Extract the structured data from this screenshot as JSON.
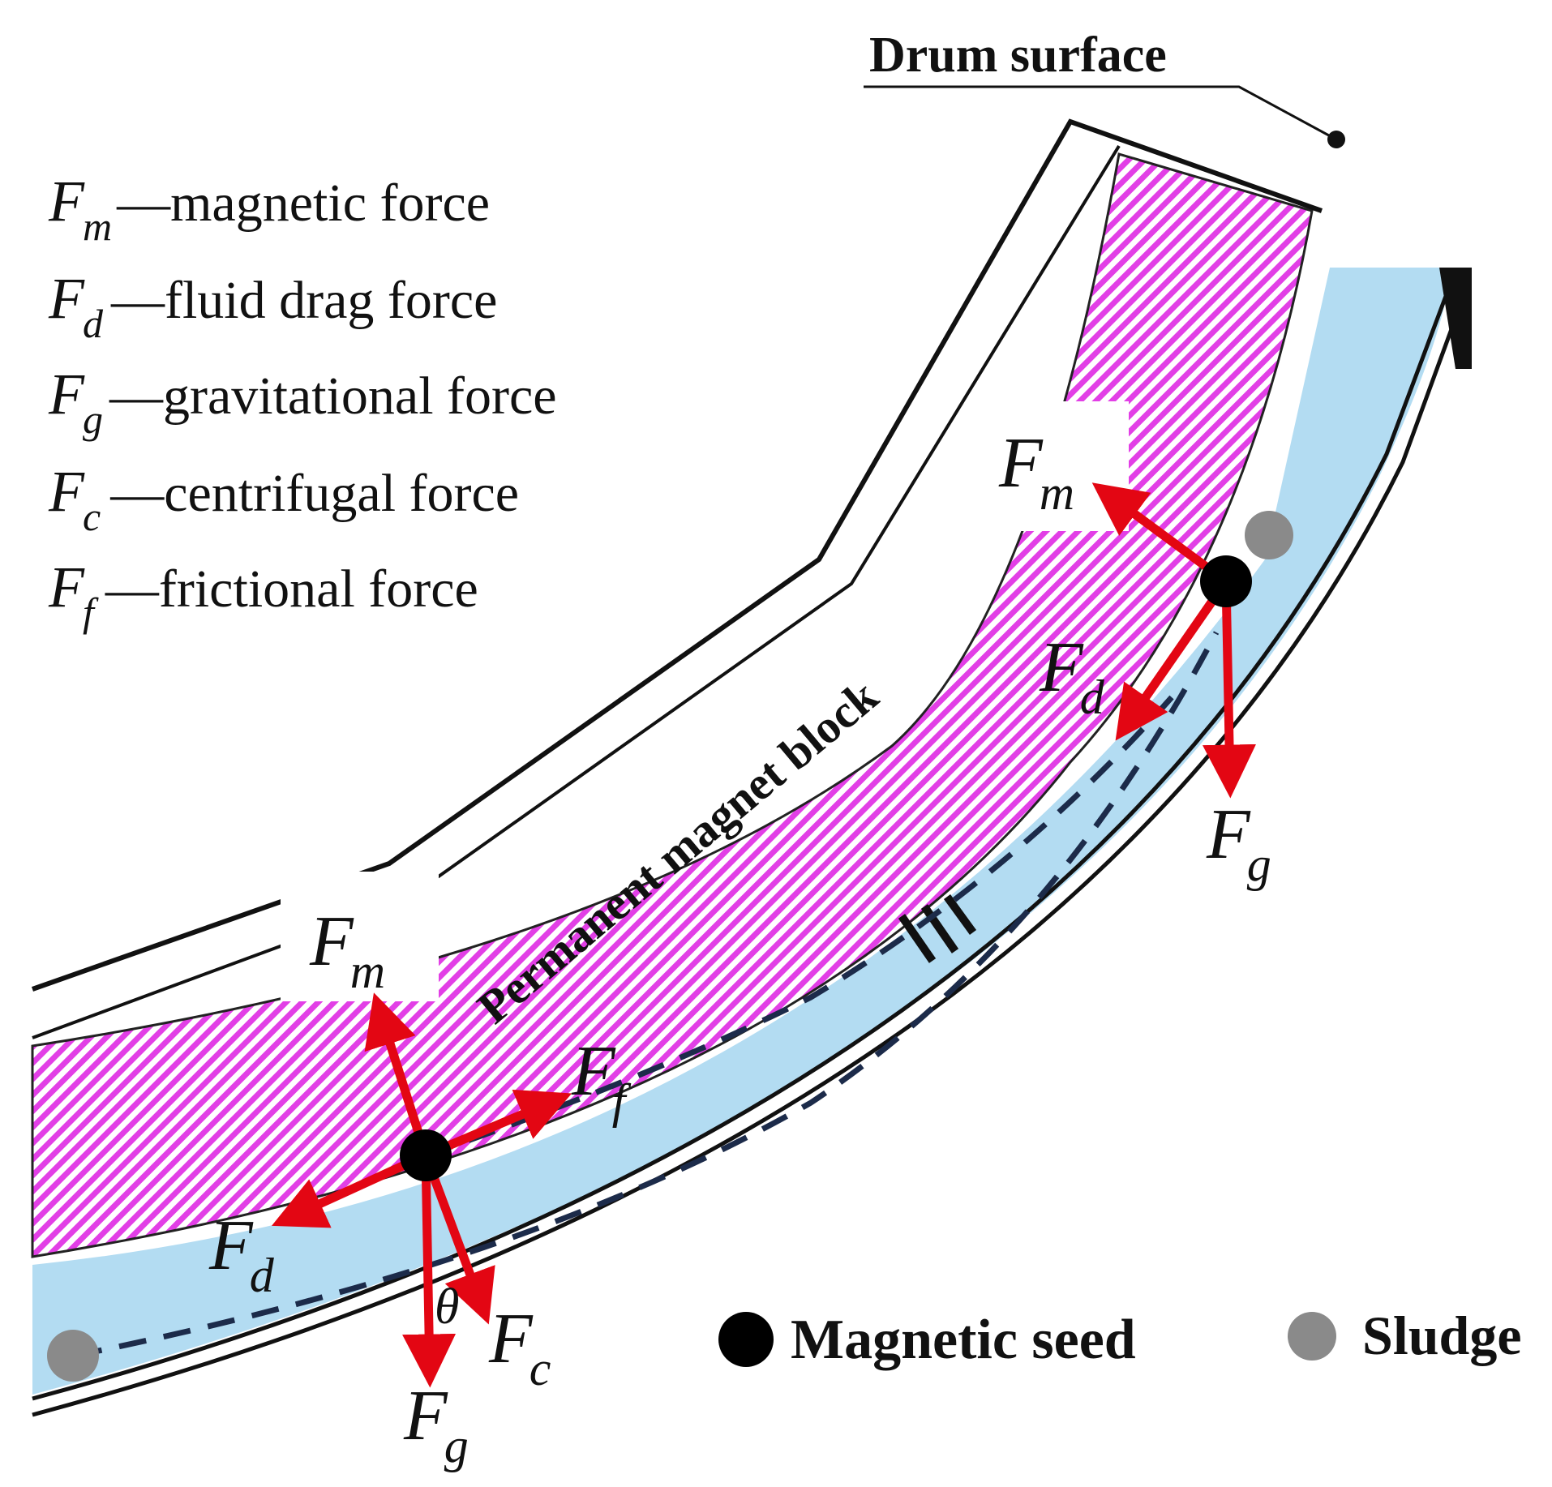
{
  "title_label": "Drum surface",
  "magnet_label": "Permanent magnet block",
  "legend": [
    {
      "symbol": "F",
      "sub": "m",
      "desc": "—magnetic force"
    },
    {
      "symbol": "F",
      "sub": "d",
      "desc": "—fluid drag force"
    },
    {
      "symbol": "F",
      "sub": "g",
      "desc": "—gravitational force"
    },
    {
      "symbol": "F",
      "sub": "c",
      "desc": "—centrifugal force"
    },
    {
      "symbol": "F",
      "sub": "f",
      "desc": "—frictional force"
    }
  ],
  "force_labels": {
    "p1_fm": {
      "main": "F",
      "sub": "m"
    },
    "p1_ff": {
      "main": "F",
      "sub": "f"
    },
    "p1_fd": {
      "main": "F",
      "sub": "d"
    },
    "p1_fc": {
      "main": "F",
      "sub": "c"
    },
    "p1_fg": {
      "main": "F",
      "sub": "g"
    },
    "p2_fm": {
      "main": "F",
      "sub": "m"
    },
    "p2_fd": {
      "main": "F",
      "sub": "d"
    },
    "p2_fg": {
      "main": "F",
      "sub": "g"
    }
  },
  "theta": "θ",
  "key": {
    "magnetic_seed": "Magnetic seed",
    "sludge": "Sludge"
  },
  "colors": {
    "fluid": "#b3dcf2",
    "magnet_stripe": "#e23fe6",
    "force_arrow": "#e30613",
    "trajectory": "#1c2b4a",
    "seed": "#000000",
    "sludge": "#8a8a8a"
  }
}
